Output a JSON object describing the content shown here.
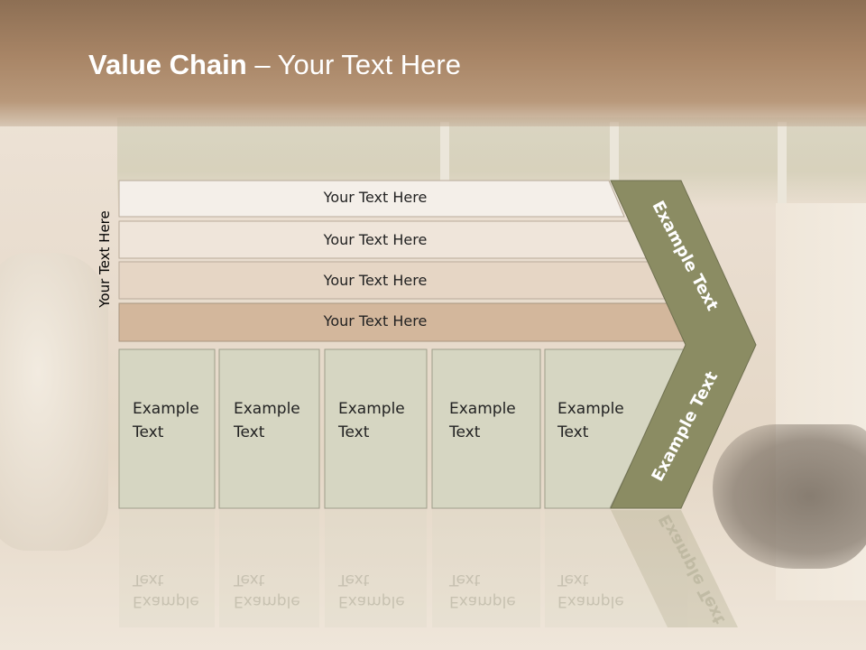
{
  "slide": {
    "title_bold": "Value Chain",
    "title_rest": " – Your Text Here",
    "side_label": "Your Text Here",
    "bars": [
      "Your Text Here",
      "Your Text Here",
      "Your Text Here",
      "Your Text Here"
    ],
    "columns": [
      {
        "line1": "Example",
        "line2": "Text"
      },
      {
        "line1": "Example",
        "line2": "Text"
      },
      {
        "line1": "Example",
        "line2": "Text"
      },
      {
        "line1": "Example",
        "line2": "Text"
      },
      {
        "line1": "Example",
        "line2": "Text"
      }
    ],
    "chevron_upper": "Example Text",
    "chevron_lower": "Example Text",
    "reflection": {
      "col_line1": "Example",
      "col_line2": "Text",
      "chevron": "Example Text"
    }
  },
  "colors": {
    "bar_fills": [
      "#f4efe9",
      "#efe5da",
      "#e6d6c5",
      "#d3b79c"
    ],
    "column_fill": "#d6d6c2",
    "chevron_fill": "#8b8c63",
    "header": "#a88566"
  }
}
